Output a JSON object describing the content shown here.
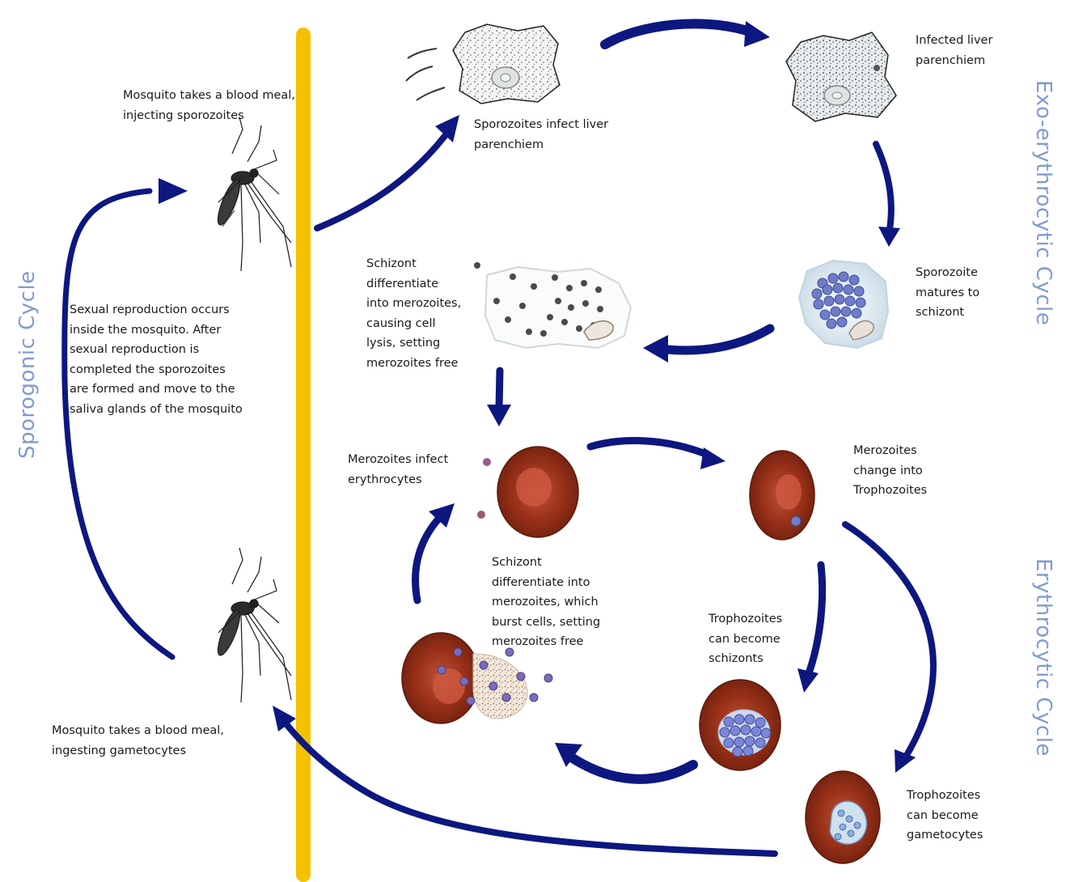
{
  "cycles": {
    "sporogonic": "Sporogonic Cycle",
    "exo_erythrocytic": "Exo-erythrocytic Cycle",
    "erythrocytic": "Erythrocytic Cycle"
  },
  "labels": {
    "mosquito_inject": "Mosquito takes a blood meal,\ninjecting sporozoites",
    "sexual_reproduction": "Sexual reproduction occurs\ninside the mosquito.  After\nsexual reproduction is\ncompleted the sporozoites\nare formed and move to the\nsaliva glands of the mosquito",
    "mosquito_ingest": "Mosquito takes a blood meal,\ningesting gametocytes",
    "sporozoites_infect": "Sporozoites infect liver\nparenchiem",
    "infected_liver": "Infected liver\nparenchiem",
    "sporozoite_matures": "Sporozoite\nmatures to\nschizont",
    "schizont_liver": "Schizont\ndifferentiate\ninto merozoites,\ncausing cell\nlysis, setting\nmerozoites free",
    "merozoites_infect": "Merozoites infect\nerythrocytes",
    "merozoites_change": "Merozoites\nchange into\nTrophozoites",
    "schizont_rbc": "Schizont\ndifferentiate into\nmerozoites, which\nburst cells, setting\nmerozoites free",
    "trophozoites_schizonts": "Trophozoites\ncan become\nschizonts",
    "trophozoites_gametocytes": "Trophozoites\ncan become\ngametocytes"
  },
  "colors": {
    "arrow": "#0d1780",
    "barrier": "#f5c000",
    "rbc": "#8e2c14",
    "rbc_inner": "#d75a3f",
    "parasite": "#7b86d6",
    "cycle_text": "#7f9bd0"
  }
}
